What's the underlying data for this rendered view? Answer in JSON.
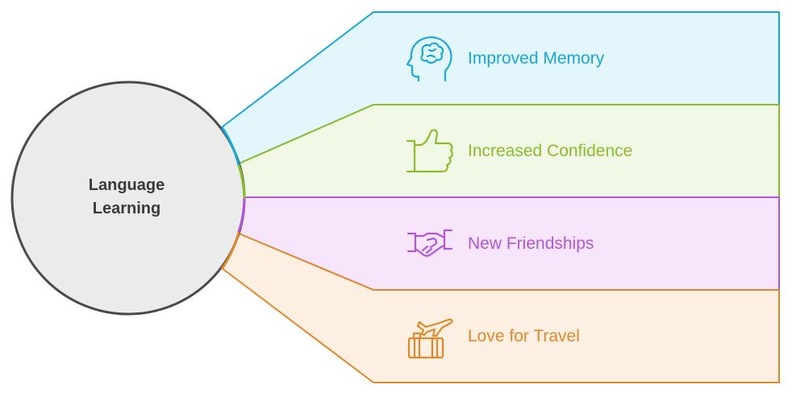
{
  "center": {
    "line1": "Language",
    "line2": "Learning",
    "fill": "#ebebeb",
    "stroke": "#4a4a4a"
  },
  "benefits": [
    {
      "label": "Improved Memory",
      "icon": "brain-head-icon",
      "color": "#1aa7d6",
      "fill": "#e2f6fc"
    },
    {
      "label": "Increased Confidence",
      "icon": "thumbs-up-icon",
      "color": "#8bbd2a",
      "fill": "#f1f8e6"
    },
    {
      "label": "New Friendships",
      "icon": "handshake-icon",
      "color": "#b156d6",
      "fill": "#f7e6fb"
    },
    {
      "label": "Love for Travel",
      "icon": "plane-luggage-icon",
      "color": "#e0892c",
      "fill": "#fdf0e3"
    }
  ]
}
